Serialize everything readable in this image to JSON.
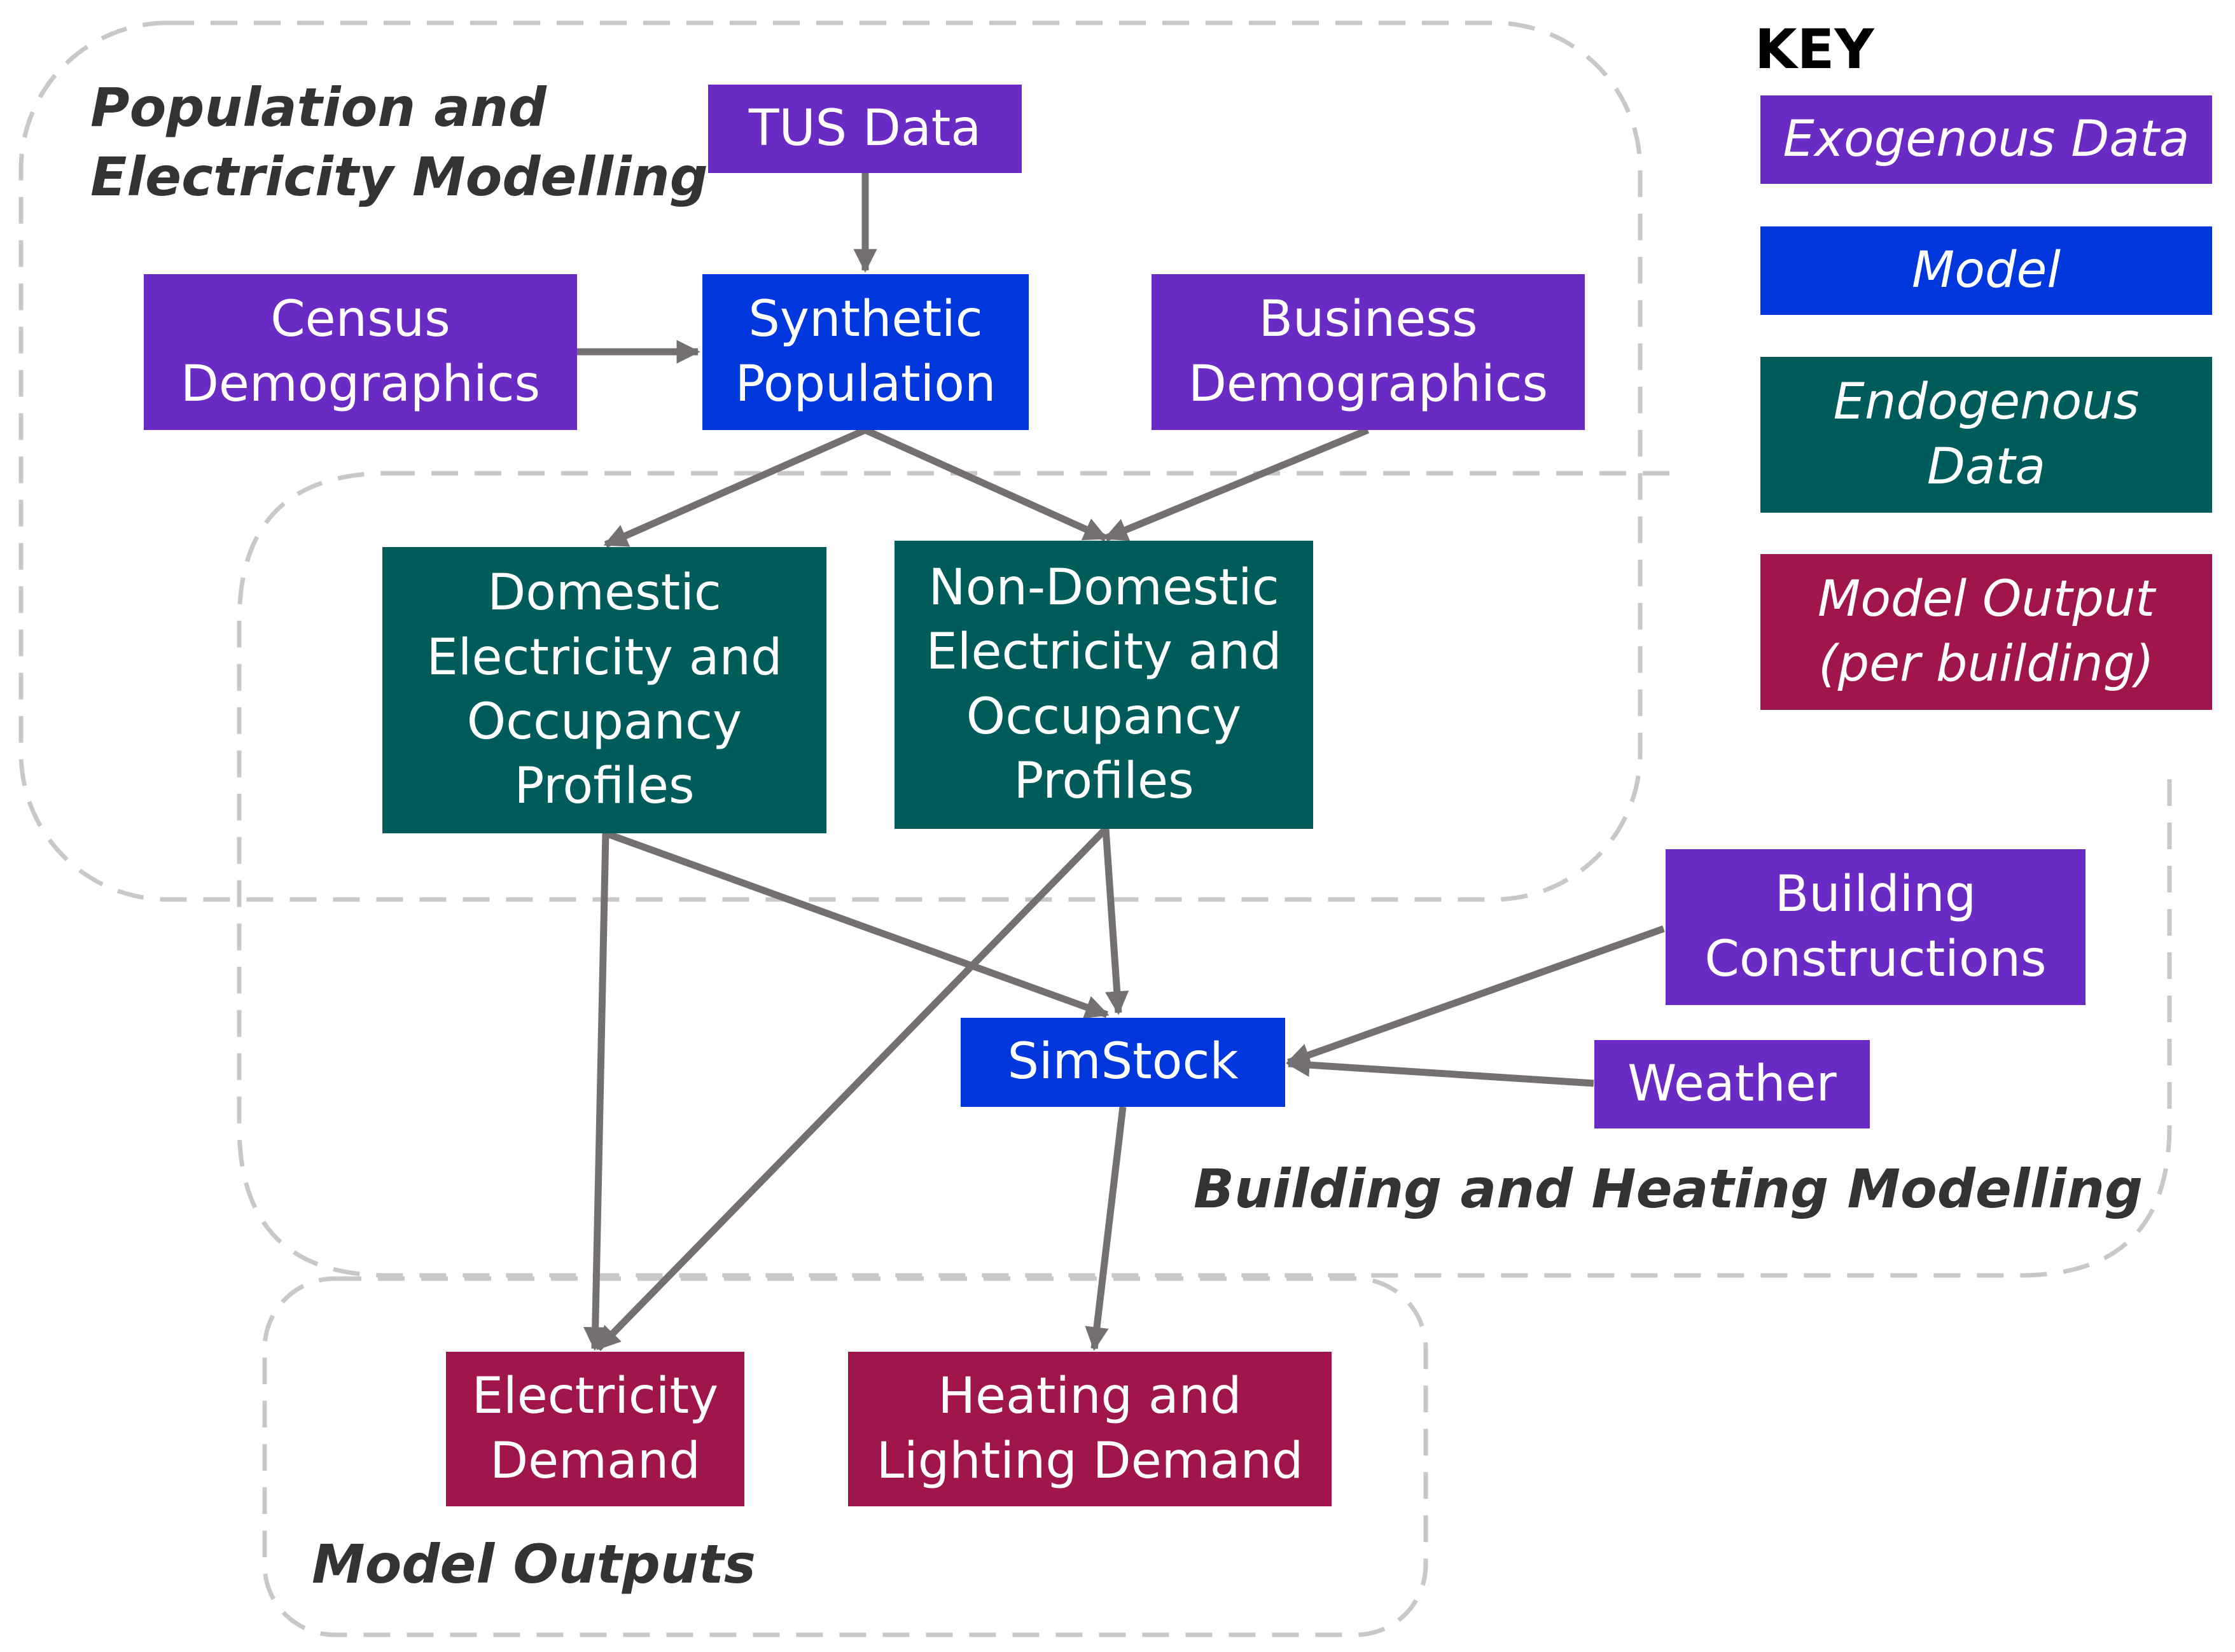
{
  "regions": {
    "population": "Population and\nElectricity Modelling",
    "building": "Building and Heating Modelling",
    "outputs": "Model Outputs"
  },
  "nodes": {
    "tus": "TUS Data",
    "census": "Census\nDemographics",
    "synthetic": "Synthetic\nPopulation",
    "business": "Business\nDemographics",
    "domestic": "Domestic\nElectricity and\nOccupancy\nProfiles",
    "nondomestic": "Non-Domestic\nElectricity and\nOccupancy\nProfiles",
    "constructions": "Building\nConstructions",
    "weather": "Weather",
    "simstock": "SimStock",
    "electricity": "Electricity\nDemand",
    "heating": "Heating and\nLighting Demand"
  },
  "key": {
    "title": "KEY",
    "exogenous": "Exogenous Data",
    "model": "Model",
    "endogenous": "Endogenous\nData",
    "output": "Model Output\n(per building)"
  },
  "colors": {
    "exogenous": "#6a2bc4",
    "model": "#0037dc",
    "endogenous": "#005c5a",
    "output": "#a0164c",
    "arrow": "#747070",
    "dash": "#c8c8c8"
  },
  "edges": [
    {
      "from": "tus",
      "to": "synthetic"
    },
    {
      "from": "census",
      "to": "synthetic"
    },
    {
      "from": "synthetic",
      "to": "domestic"
    },
    {
      "from": "synthetic",
      "to": "nondomestic"
    },
    {
      "from": "business",
      "to": "nondomestic"
    },
    {
      "from": "domestic",
      "to": "simstock"
    },
    {
      "from": "domestic",
      "to": "electricity"
    },
    {
      "from": "nondomestic",
      "to": "simstock"
    },
    {
      "from": "nondomestic",
      "to": "electricity"
    },
    {
      "from": "constructions",
      "to": "simstock"
    },
    {
      "from": "weather",
      "to": "simstock"
    },
    {
      "from": "simstock",
      "to": "heating"
    }
  ]
}
